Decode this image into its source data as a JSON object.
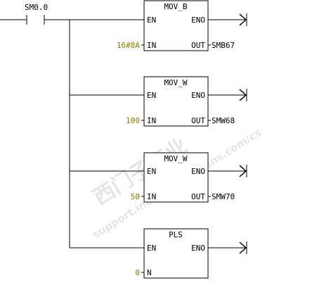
{
  "contact": {
    "label": "SM0.0"
  },
  "colors": {
    "line": "#000000",
    "param": "#8a7a00",
    "watermark": "#e0e0e0"
  },
  "blocks": [
    {
      "name": "MOV_B",
      "en": "EN",
      "eno": "ENO",
      "in_pin": "IN",
      "in_value": "16#8A",
      "out_pin": "OUT",
      "out_value": "SMB67"
    },
    {
      "name": "MOV_W",
      "en": "EN",
      "eno": "ENO",
      "in_pin": "IN",
      "in_value": "100",
      "out_pin": "OUT",
      "out_value": "SMW68"
    },
    {
      "name": "MOV_W",
      "en": "EN",
      "eno": "ENO",
      "in_pin": "IN",
      "in_value": "50",
      "out_pin": "OUT",
      "out_value": "SMW70"
    },
    {
      "name": "PLS",
      "en": "EN",
      "eno": "ENO",
      "in_pin": "N",
      "in_value": "0",
      "out_pin": "",
      "out_value": ""
    }
  ],
  "watermark": {
    "line1": "西门子工业",
    "line2": "support.industry.siemens.com/cs"
  }
}
